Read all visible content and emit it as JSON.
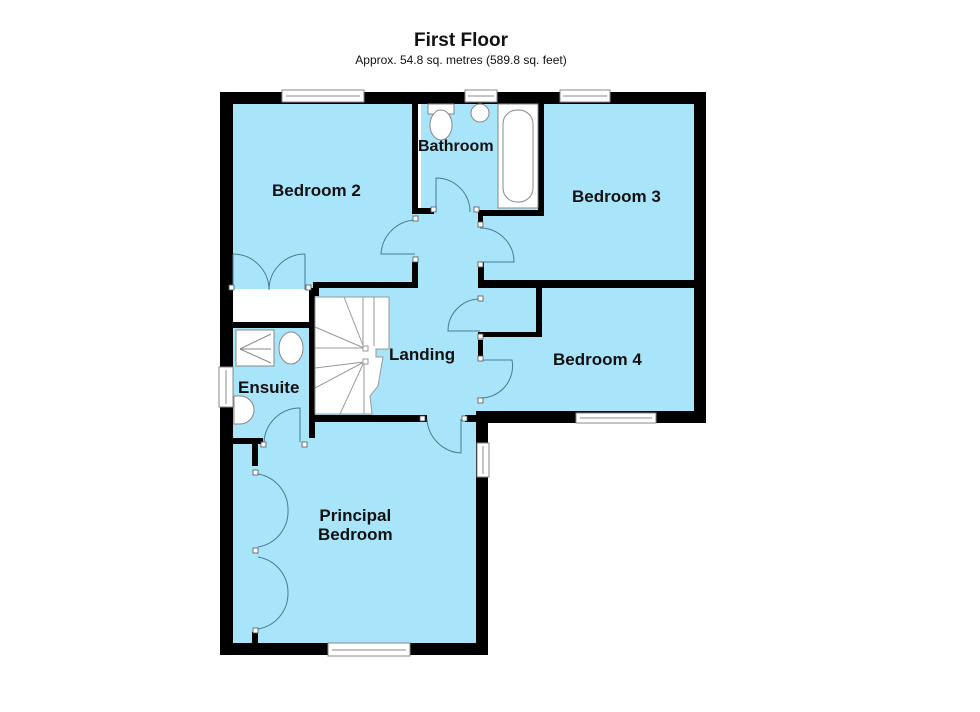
{
  "header": {
    "title": "First Floor",
    "subtitle": "Approx. 54.8 sq. metres (589.8 sq. feet)"
  },
  "colors": {
    "room_fill": "#A8E4FA",
    "wall": "#000000",
    "fixture_fill": "#FFFFFF",
    "line": "#6A8CA0"
  },
  "rooms": [
    {
      "id": "bedroom-2",
      "label": "Bedroom 2"
    },
    {
      "id": "bathroom",
      "label": "Bathroom"
    },
    {
      "id": "bedroom-3",
      "label": "Bedroom 3"
    },
    {
      "id": "landing",
      "label": "Landing"
    },
    {
      "id": "bedroom-4",
      "label": "Bedroom 4"
    },
    {
      "id": "ensuite",
      "label": "Ensuite"
    },
    {
      "id": "principal-bedroom",
      "label_line1": "Principal",
      "label_line2": "Bedroom"
    }
  ]
}
